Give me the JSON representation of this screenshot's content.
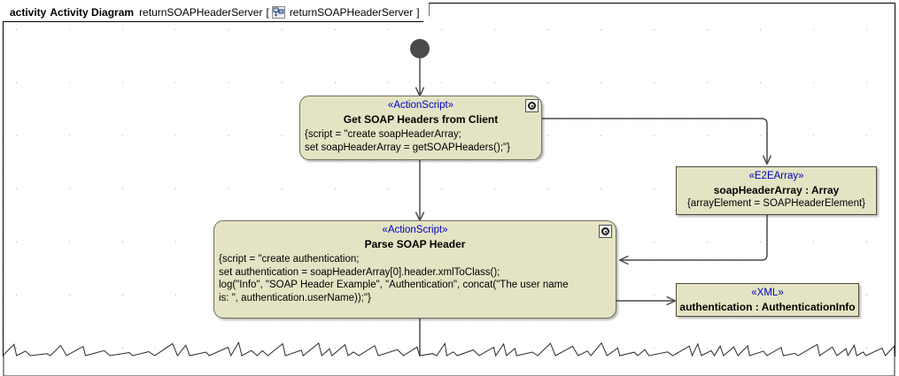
{
  "frame": {
    "kind_label": "activity",
    "type_label": "Activity Diagram",
    "name": "returnSOAPHeaderServer",
    "bracket_open": "[",
    "icon": "activity-diagram-icon",
    "qualified_name": "returnSOAPHeaderServer",
    "bracket_close": "]"
  },
  "colors": {
    "node_fill": "#E4E4C4",
    "stereotype_text": "#0000C8",
    "node_border": "#6F6F5F",
    "initial_node": "#4A4A4A",
    "frame_border": "#000000",
    "grid_dot": "#BDBDBD"
  },
  "nodes": {
    "initial": {
      "name": "initial-node",
      "shape": "filled-circle"
    },
    "get_soap_headers": {
      "stereotype": "«ActionScript»",
      "title": "Get SOAP Headers from Client",
      "body": "{script = \"create soapHeaderArray;\nset soapHeaderArray = getSOAPHeaders();\"}",
      "badge": "script-badge-icon"
    },
    "parse_soap_header": {
      "stereotype": "«ActionScript»",
      "title": "Parse SOAP Header",
      "body": "{script = \"create authentication;\nset authentication = soapHeaderArray[0].header.xmlToClass();\nlog(\"Info\", \"SOAP Header Example\", \"Authentication\", concat(\"The user name\nis: \", authentication.userName));\"}",
      "badge": "script-badge-icon"
    },
    "soap_header_array": {
      "stereotype": "«E2EArray»",
      "title": "soapHeaderArray : Array",
      "property": "{arrayElement = SOAPHeaderElement}"
    },
    "authentication": {
      "stereotype": "«XML»",
      "title": "authentication : AuthenticationInfo"
    }
  },
  "flows": [
    {
      "name": "flow-initial-to-get-soap-headers",
      "from": "initial",
      "to": "get_soap_headers"
    },
    {
      "name": "flow-get-soap-headers-to-array",
      "from": "get_soap_headers",
      "to": "soap_header_array"
    },
    {
      "name": "flow-get-soap-headers-to-parse",
      "from": "get_soap_headers",
      "to": "parse_soap_header"
    },
    {
      "name": "flow-array-to-parse",
      "from": "soap_header_array",
      "to": "parse_soap_header"
    },
    {
      "name": "flow-parse-to-authentication",
      "from": "parse_soap_header",
      "to": "authentication"
    },
    {
      "name": "flow-parse-downward",
      "from": "parse_soap_header",
      "to": "offscreen"
    }
  ]
}
